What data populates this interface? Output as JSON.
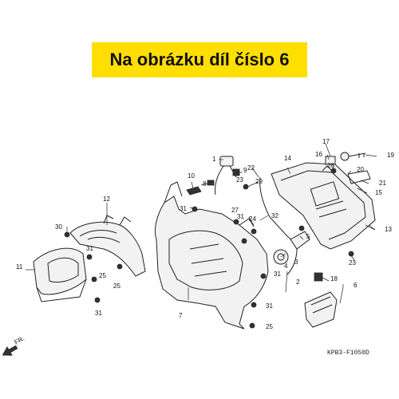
{
  "banner": {
    "text": "Na obrázku díl číslo 6"
  },
  "diagram": {
    "code": "KPB3-F1050D",
    "direction_label": "FR.",
    "callouts": [
      "1",
      "2",
      "3",
      "4",
      "5",
      "6",
      "7",
      "8",
      "9",
      "10",
      "11",
      "12",
      "13",
      "14",
      "15",
      "16",
      "17",
      "18",
      "19",
      "20",
      "21",
      "22",
      "23",
      "24",
      "25",
      "27",
      "28",
      "29",
      "30",
      "31",
      "32"
    ]
  },
  "colors": {
    "banner_bg": "#ffde00",
    "line": "#222222"
  }
}
